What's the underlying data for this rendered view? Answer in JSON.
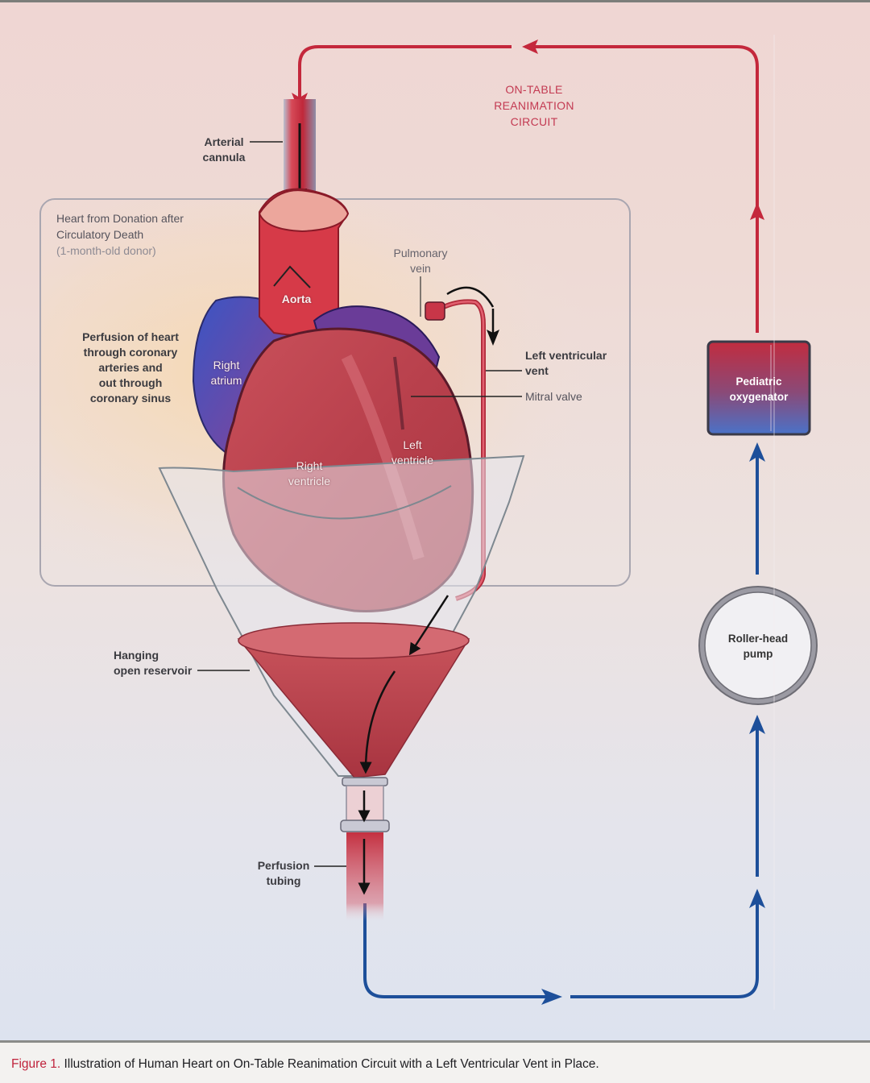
{
  "figure": {
    "circuit_title": [
      "ON-TABLE",
      "REANIMATION",
      "CIRCUIT"
    ],
    "heart_box": {
      "title_line1": "Heart from Donation after",
      "title_line2": "Circulatory Death",
      "subtitle": "(1-month-old donor)"
    },
    "labels": {
      "arterial_cannula": [
        "Arterial",
        "cannula"
      ],
      "aorta": "Aorta",
      "pulmonary_vein": [
        "Pulmonary",
        "vein"
      ],
      "left_ventricular_vent": [
        "Left ventricular",
        "vent"
      ],
      "mitral_valve": "Mitral valve",
      "perfusion_note": [
        "Perfusion of heart",
        "through coronary",
        "arteries and",
        "out through",
        "coronary sinus"
      ],
      "right_atrium": [
        "Right",
        "atrium"
      ],
      "right_ventricle": [
        "Right",
        "ventricle"
      ],
      "left_ventricle": [
        "Left",
        "ventricle"
      ],
      "hanging_reservoir": [
        "Hanging",
        "open reservoir"
      ],
      "perfusion_tubing": [
        "Perfusion",
        "tubing"
      ]
    },
    "devices": {
      "oxygenator": [
        "Pediatric",
        "oxygenator"
      ],
      "pump": [
        "Roller-head",
        "pump"
      ]
    },
    "colors": {
      "arterial_red": "#c4283c",
      "venous_blue": "#1d4f9a",
      "caption_accent": "#c0233c"
    }
  },
  "caption": {
    "figure_number": "Figure 1.",
    "text": " Illustration of Human Heart on On-Table Reanimation Circuit with a Left Ventricular Vent in Place."
  }
}
